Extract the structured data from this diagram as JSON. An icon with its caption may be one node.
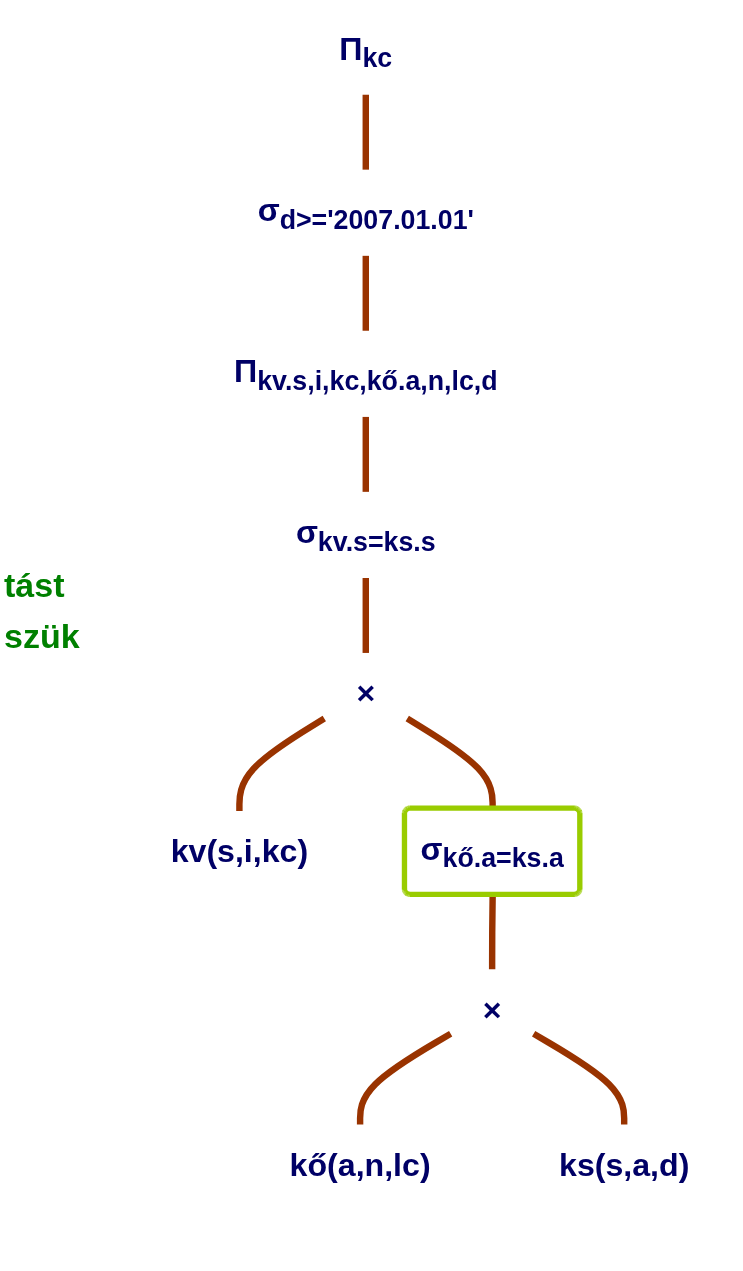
{
  "diagram": {
    "nodes": [
      {
        "text": [
          "Π$_{kc}$"
        ]
      },
      {
        "text": [
          "σ$_{d>='2007.01.01'}$"
        ]
      },
      {
        "text": [
          "Π$_{kv.s,i,kc,kő.a,n,lc,d}$"
        ]
      },
      {
        "text": [
          "σ$_{kv.s=ks.s}$"
        ]
      },
      {
        "text": [
          "×"
        ]
      },
      {
        "text": [
          "kv(s,i,kc)"
        ]
      },
      {
        "text": [
          "σ$_{kő.a=ks.a}$"
        ]
      },
      {
        "text": [
          "×"
        ]
      },
      {
        "text": [
          "kő(a,n,lc)"
        ]
      },
      {
        "text": [
          "ks(s,a,d)"
        ]
      }
    ],
    "edges": [
      {
        "from": 0,
        "to": 1,
        "arrow": "none"
      },
      {
        "from": 1,
        "to": 2,
        "arrow": "none"
      },
      {
        "from": 2,
        "to": 3,
        "arrow": "none"
      },
      {
        "from": 3,
        "to": 4,
        "arrow": "none"
      },
      {
        "from": 4,
        "to": 5,
        "arrow": "none"
      },
      {
        "from": 4,
        "to": 6,
        "arrow": "none"
      },
      {
        "from": 6,
        "to": 7,
        "arrow": "none"
      },
      {
        "from": 7,
        "to": 8,
        "arrow": "none"
      },
      {
        "from": 7,
        "to": 9,
        "arrow": "none"
      }
    ],
    "labels": [
      "tást",
      "szük"
    ]
  }
}
